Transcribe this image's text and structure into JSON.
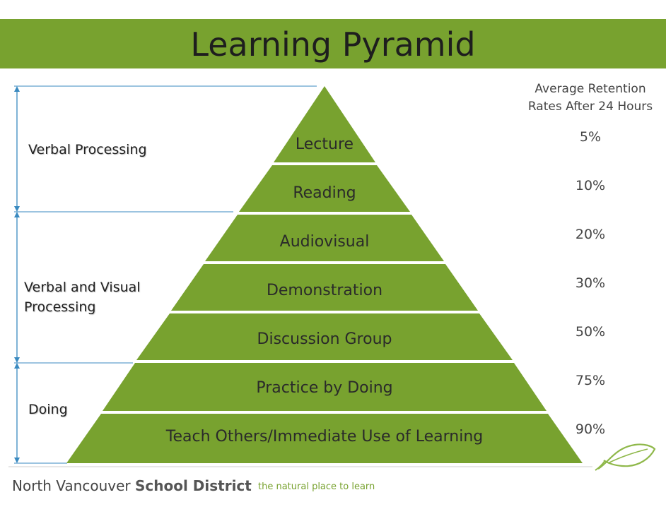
{
  "title": "Learning Pyramid",
  "retention_header": {
    "line1": "Average Retention",
    "line2": "Rates After 24 Hours"
  },
  "levels": [
    {
      "label": "Lecture",
      "retention": "5%"
    },
    {
      "label": "Reading",
      "retention": "10%"
    },
    {
      "label": "Audiovisual",
      "retention": "20%"
    },
    {
      "label": "Demonstration",
      "retention": "30%"
    },
    {
      "label": "Discussion Group",
      "retention": "50%"
    },
    {
      "label": "Practice by Doing",
      "retention": "75%"
    },
    {
      "label": "Teach Others/Immediate Use of Learning",
      "retention": "90%"
    }
  ],
  "groups": [
    {
      "label_line1": "Verbal Processing",
      "label_line2": ""
    },
    {
      "label_line1": "Verbal and Visual",
      "label_line2": "Processing"
    },
    {
      "label_line1": "Doing",
      "label_line2": ""
    }
  ],
  "footer": {
    "name_regular": "North Vancouver ",
    "name_bold": "School District",
    "tagline": "the natural place to learn"
  },
  "colors": {
    "brand_green": "#78a22f",
    "pyramid_fill": "#78a22f",
    "bracket_blue": "#3a8ac0"
  }
}
